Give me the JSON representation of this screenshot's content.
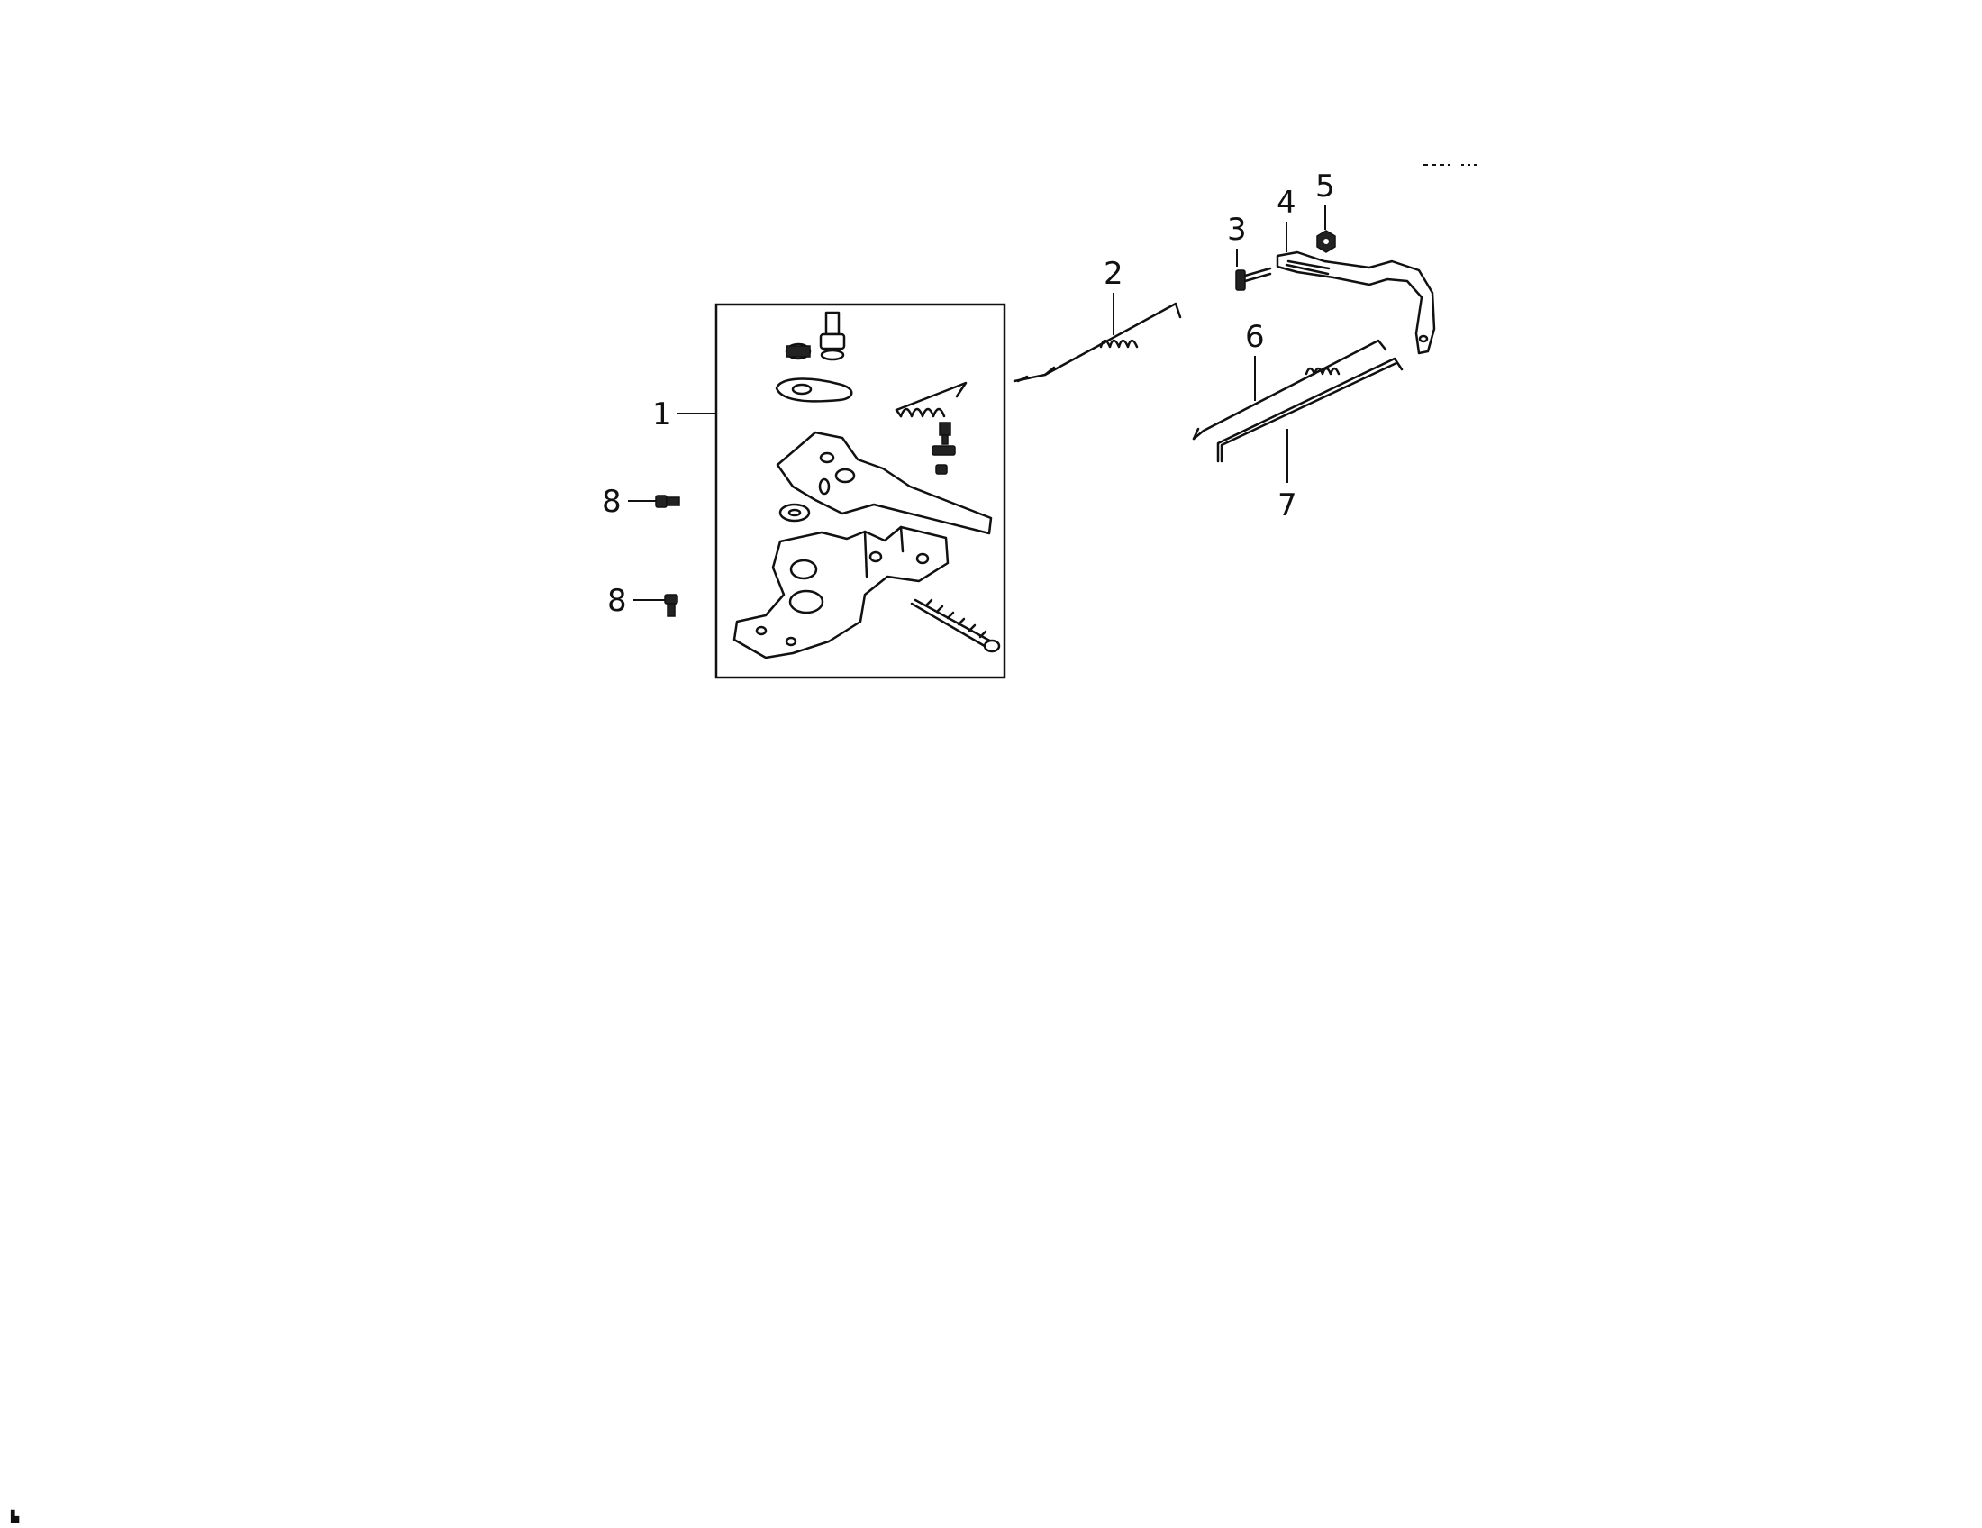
{
  "diagram": {
    "callouts": {
      "c1": "1",
      "c2": "2",
      "c3": "3",
      "c4": "4",
      "c5": "5",
      "c6": "6",
      "c7": "7",
      "c8a": "8",
      "c8b": "8"
    },
    "icons": [
      "governor-arm-kit",
      "throttle-return-spring",
      "governor-arm-bolt",
      "governor-arm",
      "nut",
      "governor-spring-rod",
      "throttle-rod",
      "flange-bolt"
    ]
  }
}
